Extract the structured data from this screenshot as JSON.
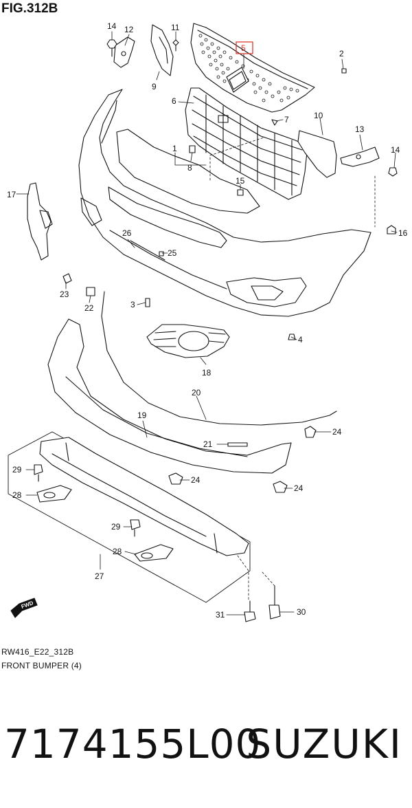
{
  "figure": {
    "title": "FIG.312B",
    "drawing_code": "RW416_E22_312B",
    "drawing_name": "FRONT BUMPER (4)",
    "direction_marker": "FWD",
    "highlight_color": "#d9342b"
  },
  "callouts": [
    {
      "id": "c1",
      "label": "1"
    },
    {
      "id": "c2",
      "label": "2"
    },
    {
      "id": "c3",
      "label": "3"
    },
    {
      "id": "c4",
      "label": "4"
    },
    {
      "id": "c5",
      "label": "5",
      "highlighted": true
    },
    {
      "id": "c6",
      "label": "6"
    },
    {
      "id": "c7",
      "label": "7"
    },
    {
      "id": "c8",
      "label": "8"
    },
    {
      "id": "c9",
      "label": "9"
    },
    {
      "id": "c10",
      "label": "10"
    },
    {
      "id": "c11",
      "label": "11"
    },
    {
      "id": "c12",
      "label": "12"
    },
    {
      "id": "c13",
      "label": "13"
    },
    {
      "id": "c14a",
      "label": "14"
    },
    {
      "id": "c14b",
      "label": "14"
    },
    {
      "id": "c15",
      "label": "15"
    },
    {
      "id": "c16",
      "label": "16"
    },
    {
      "id": "c17",
      "label": "17"
    },
    {
      "id": "c18",
      "label": "18"
    },
    {
      "id": "c19",
      "label": "19"
    },
    {
      "id": "c20",
      "label": "20"
    },
    {
      "id": "c21",
      "label": "21"
    },
    {
      "id": "c22",
      "label": "22"
    },
    {
      "id": "c23",
      "label": "23"
    },
    {
      "id": "c24a",
      "label": "24"
    },
    {
      "id": "c24b",
      "label": "24"
    },
    {
      "id": "c24c",
      "label": "24"
    },
    {
      "id": "c25",
      "label": "25"
    },
    {
      "id": "c26",
      "label": "26"
    },
    {
      "id": "c27",
      "label": "27"
    },
    {
      "id": "c28a",
      "label": "28"
    },
    {
      "id": "c28b",
      "label": "28"
    },
    {
      "id": "c29a",
      "label": "29"
    },
    {
      "id": "c29b",
      "label": "29"
    },
    {
      "id": "c30",
      "label": "30"
    },
    {
      "id": "c31",
      "label": "31"
    }
  ],
  "product": {
    "part_number": "7174155L00",
    "brand": "SUZUKI"
  }
}
